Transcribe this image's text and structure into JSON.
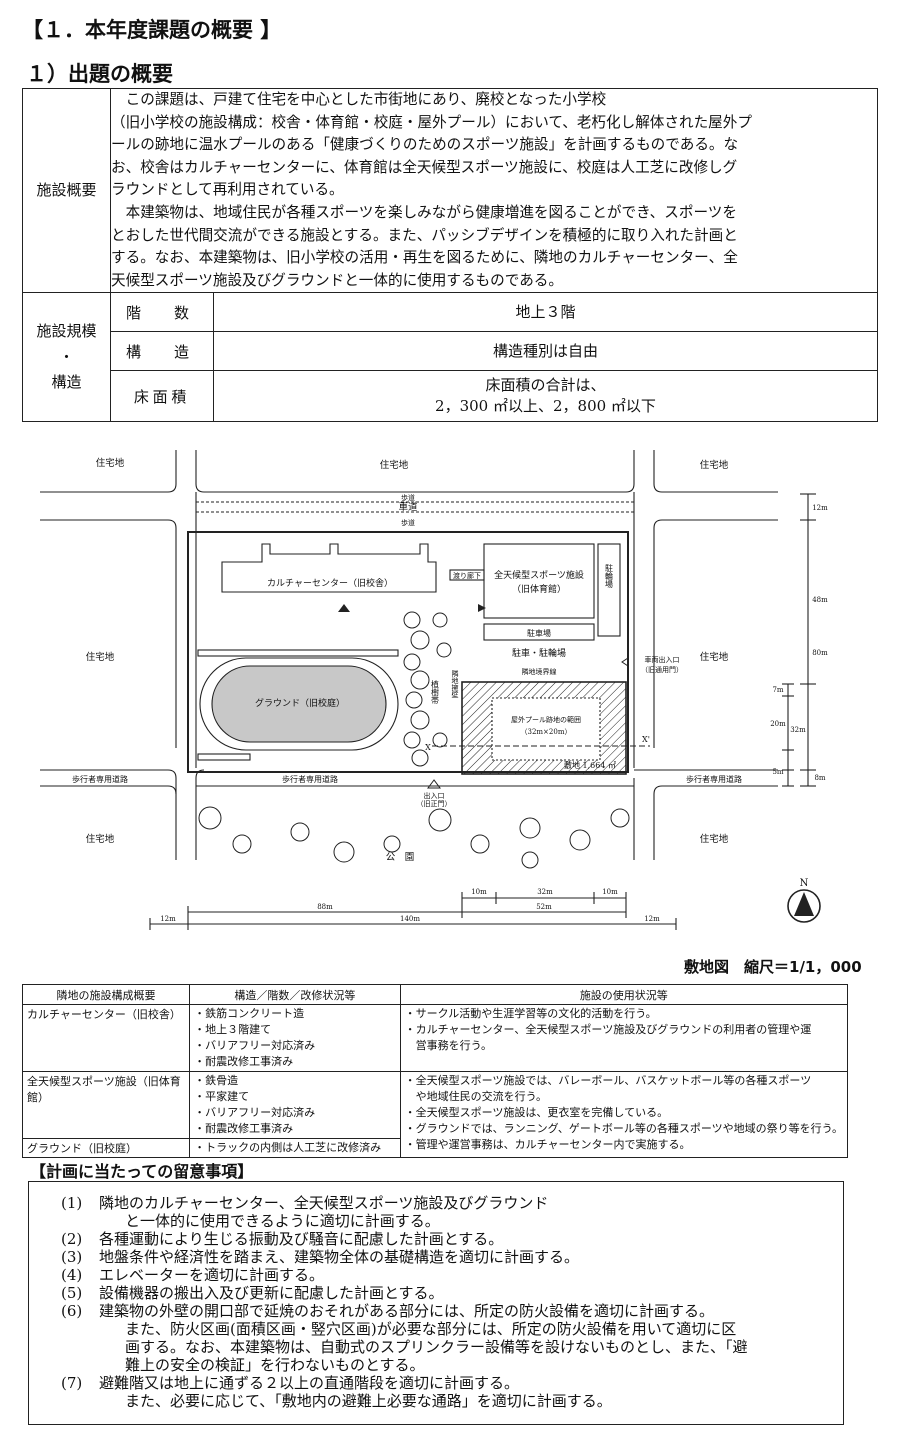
{
  "heading": {
    "section": "【１．本年度課題の概要 】",
    "subsection": "１）出題の概要"
  },
  "overview": {
    "facility_label": "施設概要",
    "description_lines": [
      "この課題は、戸建て住宅を中心とした市街地にあり、廃校となった小学校",
      "（旧小学校の施設構成：校舎・体育館・校庭・屋外プール）において、老朽化し解体された屋外プ",
      "ールの跡地に温水プールのある「健康づくりのためのスポーツ施設」を計画するものである。な",
      "お、校舎はカルチャーセンターに、体育館は全天候型スポーツ施設に、校庭は人工芝に改修しグ",
      "ラウンドとして再利用されている。",
      "本建築物は、地域住民が各種スポーツを楽しみながら健康増進を図ることができ、スポーツを",
      "とおした世代間交流ができる施設とする。また、パッシブデザインを積極的に取り入れた計画と",
      "する。なお、本建築物は、旧小学校の活用・再生を図るために、隣地のカルチャーセンター、全",
      "天候型スポーツ施設及びグラウンドと一体的に使用するものである。"
    ],
    "scale_label_1": "施設規模",
    "scale_label_dot": "・",
    "scale_label_2": "構造",
    "rows": [
      {
        "label": "階　数",
        "value": "地上３階"
      },
      {
        "label": "構　造",
        "value": "構造種別は自由"
      },
      {
        "label": "床面積",
        "value_line1": "床面積の合計は、",
        "value_line2": "2，300 ㎡以上、2，800 ㎡以下"
      }
    ]
  },
  "site_plan": {
    "residential": "住宅地",
    "sidewalk": "歩道",
    "roadway": "車道",
    "culture_center": "カルチャーセンター（旧校舎）",
    "corridor": "渡り廊下",
    "sports_facility_1": "全天候型スポーツ施設",
    "sports_facility_2": "（旧体育館）",
    "bicycle_parking": "駐輪場",
    "parking": "駐車場",
    "parking_bicycle": "駐車・駐輪場",
    "boundary": "隣地境界線",
    "vehicle_entrance_1": "車両出入口",
    "vehicle_entrance_2": "（旧通用門）",
    "ground": "グラウンド（旧校庭）",
    "planting": "植樹帯",
    "setback": "隣地擁壁",
    "pool_range_1": "屋外プール跡地の範囲",
    "pool_range_2": "（32m×20m）",
    "site_area": "敷地 1,664 ㎡",
    "pedestrian_road": "歩行者専用道路",
    "entrance_1": "出入口",
    "entrance_2": "（旧正門）",
    "park": "公　園",
    "x_mark": "X",
    "x_prime": "X'",
    "north": "N",
    "dims_right": {
      "d1": "12m",
      "d2": "48m",
      "d3": "80m",
      "d4": "7m",
      "d5": "20m",
      "d6": "32m",
      "d7": "5m",
      "d8": "8m"
    },
    "dims_bottom": {
      "d1": "10m",
      "d2": "32m",
      "d3": "10m",
      "d4": "88m",
      "d5": "52m",
      "d6": "140m",
      "d7": "12m",
      "d8": "12m"
    }
  },
  "scale_caption": "敷地図　縮尺＝1/1，000",
  "facilities_table": {
    "headers": [
      "隣地の施設構成概要",
      "構造／階数／改修状況等",
      "施設の使用状況等"
    ],
    "rows": [
      {
        "name": "カルチャーセンター（旧校舎）",
        "structure": [
          "・鉄筋コンクリート造",
          "・地上３階建て",
          "・バリアフリー対応済み",
          "・耐震改修工事済み"
        ],
        "usage": [
          "・サークル活動や生涯学習等の文化的活動を行う。",
          "・カルチャーセンター、全天候型スポーツ施設及びグラウンドの利用者の管理や運",
          "営事務を行う。"
        ]
      },
      {
        "name": "全天候型スポーツ施設（旧体育館）",
        "structure": [
          "・鉄骨造",
          "・平家建て",
          "・バリアフリー対応済み",
          "・耐震改修工事済み"
        ],
        "usage": [
          "・全天候型スポーツ施設では、バレーボール、バスケットボール等の各種スポーツ",
          "や地域住民の交流を行う。",
          "・全天候型スポーツ施設は、更衣室を完備している。",
          "・グラウンドでは、ランニング、ゲートボール等の各種スポーツや地域の祭り等を行う。"
        ]
      },
      {
        "name": "グラウンド（旧校庭）",
        "structure": [
          "・トラックの内側は人工芝に改修済み"
        ],
        "usage": [
          "・管理や運営事務は、カルチャーセンター内で実施する。"
        ]
      }
    ]
  },
  "notes": {
    "title": "【計画に当たっての留意事項】",
    "items": [
      {
        "num": "(1)",
        "text": "隣地のカルチャーセンター、全天候型スポーツ施設及びグラウンド",
        "cont": [
          "と一体的に使用できるように適切に計画する。"
        ]
      },
      {
        "num": "(2)",
        "text": "各種運動により生じる振動及び騒音に配慮した計画とする。",
        "cont": []
      },
      {
        "num": "(3)",
        "text": "地盤条件や経済性を踏まえ、建築物全体の基礎構造を適切に計画する。",
        "cont": []
      },
      {
        "num": "(4)",
        "text": "エレベーターを適切に計画する。",
        "cont": []
      },
      {
        "num": "(5)",
        "text": "設備機器の搬出入及び更新に配慮した計画とする。",
        "cont": []
      },
      {
        "num": "(6)",
        "text": "建築物の外壁の開口部で延焼のおそれがある部分には、所定の防火設備を適切に計画する。",
        "cont": [
          "また、防火区画(面積区画・竪穴区画)が必要な部分には、所定の防火設備を用いて適切に区",
          "画する。なお、本建築物は、自動式のスプリンクラー設備等を設けないものとし、また、「避",
          "難上の安全の検証」を行わないものとする。"
        ]
      },
      {
        "num": "(7)",
        "text": "避難階又は地上に通ずる２以上の直通階段を適切に計画する。",
        "cont": [
          "また、必要に応じて、「敷地内の避難上必要な通路」を適切に計画する。"
        ]
      }
    ]
  }
}
